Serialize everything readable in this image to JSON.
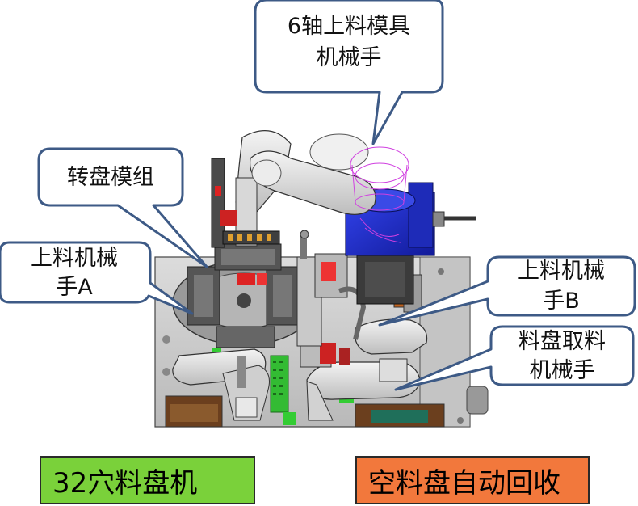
{
  "callouts": {
    "six_axis": {
      "line1": "6轴上料模具",
      "line2": "机械手"
    },
    "turntable": {
      "line1": "转盘模组"
    },
    "robot_a": {
      "line1": "上料机械",
      "line2": "手A"
    },
    "robot_b": {
      "line1": "上料机械",
      "line2": "手B"
    },
    "tray_pick": {
      "line1": "料盘取料",
      "line2": "机械手"
    }
  },
  "labels": {
    "left": {
      "text": "32穴料盘机",
      "color": "#7ad13a"
    },
    "right": {
      "text": "空料盘自动回收",
      "color": "#f2783c"
    }
  },
  "colors": {
    "callout_border": "#3d5a86",
    "motor_blue": "#2233cc",
    "base_plate": "#d0d0d0"
  }
}
